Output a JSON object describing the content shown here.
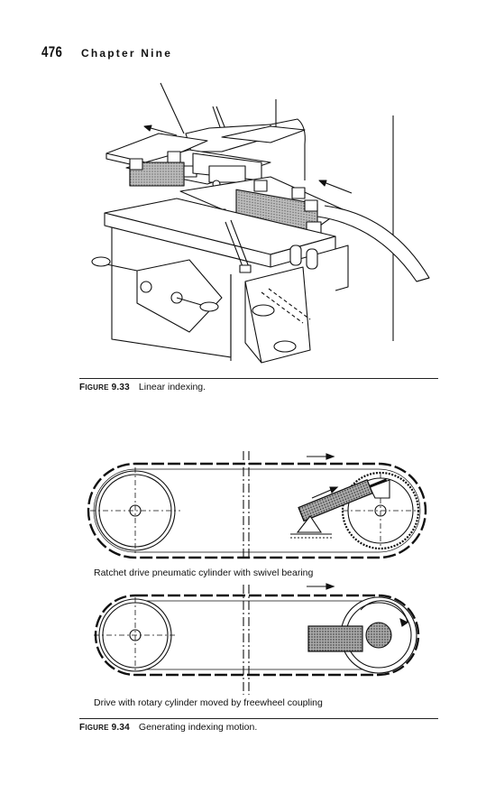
{
  "header": {
    "page_number": "476",
    "chapter": "Chapter Nine"
  },
  "figure_933": {
    "label_prefix": "F",
    "label_smallcaps": "IGURE",
    "label_number": "9.33",
    "caption": "Linear indexing."
  },
  "figure_934": {
    "label_prefix": "F",
    "label_smallcaps": "IGURE",
    "label_number": "9.34",
    "caption": "Generating indexing motion.",
    "sub_top": "Ratchet drive pneumatic cylinder with swivel bearing",
    "sub_bottom": "Drive with rotary cylinder moved by freewheel coupling"
  }
}
